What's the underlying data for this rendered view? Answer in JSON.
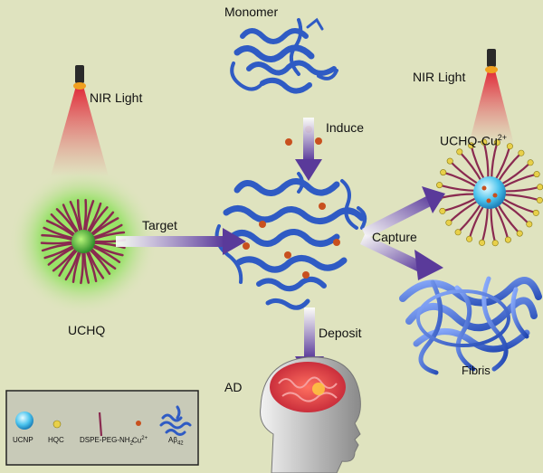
{
  "labels": {
    "monomer": "Monomer",
    "induce": "Induce",
    "nir_left": "NIR Light",
    "nir_right": "NIR Light",
    "uchq_cu": "UCHQ-Cu",
    "uchq_cu_sup": "2+",
    "target": "Target",
    "capture": "Capture",
    "uchq": "UCHQ",
    "deposit": "Deposit",
    "fibris": "Fibris",
    "ad": "AD"
  },
  "legend": {
    "items": [
      {
        "label": "UCNP",
        "icon": "ucnp-sphere-icon"
      },
      {
        "label": "HQC",
        "icon": "hqc-dot-icon"
      },
      {
        "label": "DSPE-PEG-NH",
        "sub": "2",
        "icon": "peg-chain-icon"
      },
      {
        "label": "Cu",
        "sup": "2+",
        "icon": "copper-ion-icon"
      },
      {
        "label": "Aβ",
        "sub": "42",
        "icon": "amyloid-protein-icon"
      }
    ]
  },
  "colors": {
    "background": "#dfe3bf",
    "protein": "#2f5bc4",
    "arrow": "#5a3a9a",
    "nir_beam": "#e04050",
    "glow": "#7ee04a",
    "copper": "#c8501e",
    "brain": "#d8404a"
  }
}
